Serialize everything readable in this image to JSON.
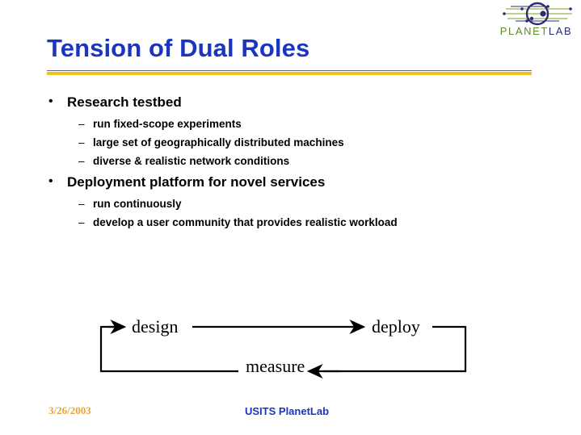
{
  "slide": {
    "title": "Tension of Dual Roles",
    "accent_blue": "#1a35c0",
    "accent_gold": "#edc422",
    "rule_top_color": "#9c5a3c"
  },
  "logo": {
    "name": "planetlab-logo",
    "word_part1": "PLANET",
    "word_part2": "LAB",
    "mark_ring_color": "#2b2c74",
    "mark_line_color": "#7aa02c"
  },
  "body": {
    "bullets": [
      {
        "marker": "•",
        "text": "Research testbed",
        "subs": [
          {
            "marker": "–",
            "text": "run fixed-scope experiments"
          },
          {
            "marker": "–",
            "text": "large set of geographically distributed machines"
          },
          {
            "marker": "–",
            "text": "diverse & realistic network conditions"
          }
        ]
      },
      {
        "marker": "•",
        "text": "Deployment platform for novel services",
        "subs": [
          {
            "marker": "–",
            "text": "run continuously"
          },
          {
            "marker": "–",
            "text": "develop a user community that provides realistic workload"
          }
        ]
      }
    ]
  },
  "cycle": {
    "nodes": [
      {
        "id": "design",
        "label": "design"
      },
      {
        "id": "deploy",
        "label": "deploy"
      },
      {
        "id": "measure",
        "label": "measure"
      }
    ],
    "edges": [
      {
        "from": "design",
        "to": "deploy"
      },
      {
        "from": "deploy",
        "to": "measure"
      },
      {
        "from": "measure",
        "to": "design"
      }
    ]
  },
  "footer": {
    "date": "3/26/2003",
    "center": "USITS PlanetLab"
  }
}
